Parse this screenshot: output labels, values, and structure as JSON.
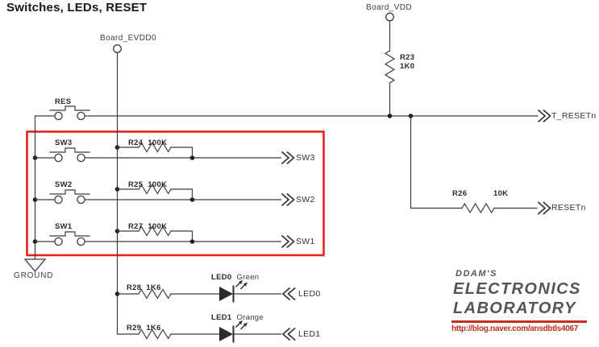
{
  "title": "Switches, LEDs, RESET",
  "power": {
    "evdd0": "Board_EVDD0",
    "vdd": "Board_VDD"
  },
  "ground_label": "GROUND",
  "reset_switch": {
    "label": "RES"
  },
  "pullup": {
    "ref": "R23",
    "value": "1K0"
  },
  "series_resistor": {
    "ref": "R26",
    "value": "10K"
  },
  "ports": {
    "t_resetn": "T_RESETn",
    "resetn": "RESETn"
  },
  "switch_rows": [
    {
      "label": "SW3",
      "resistor_ref": "R24",
      "resistor_value": "100K",
      "output": "SW3"
    },
    {
      "label": "SW2",
      "resistor_ref": "R25",
      "resistor_value": "100K",
      "output": "SW2"
    },
    {
      "label": "SW1",
      "resistor_ref": "R27",
      "resistor_value": "100K",
      "output": "SW1"
    }
  ],
  "led_rows": [
    {
      "resistor_ref": "R28",
      "resistor_value": "1K6",
      "label": "LED0",
      "color_name": "Green",
      "port": "LED0"
    },
    {
      "resistor_ref": "R29",
      "resistor_value": "1K6",
      "label": "LED1",
      "color_name": "Orange",
      "port": "LED1"
    }
  ],
  "logo": {
    "brand": "DDAM'S",
    "line1": "ELECTRONICS",
    "line2": "LABORATORY",
    "url": "http://blog.naver.com/ansdbtls4067"
  },
  "colors": {
    "wire": "#3c3c3c",
    "highlight_box": "#e8231c",
    "logo_text": "#54555a",
    "logo_accent": "#c4301c"
  }
}
